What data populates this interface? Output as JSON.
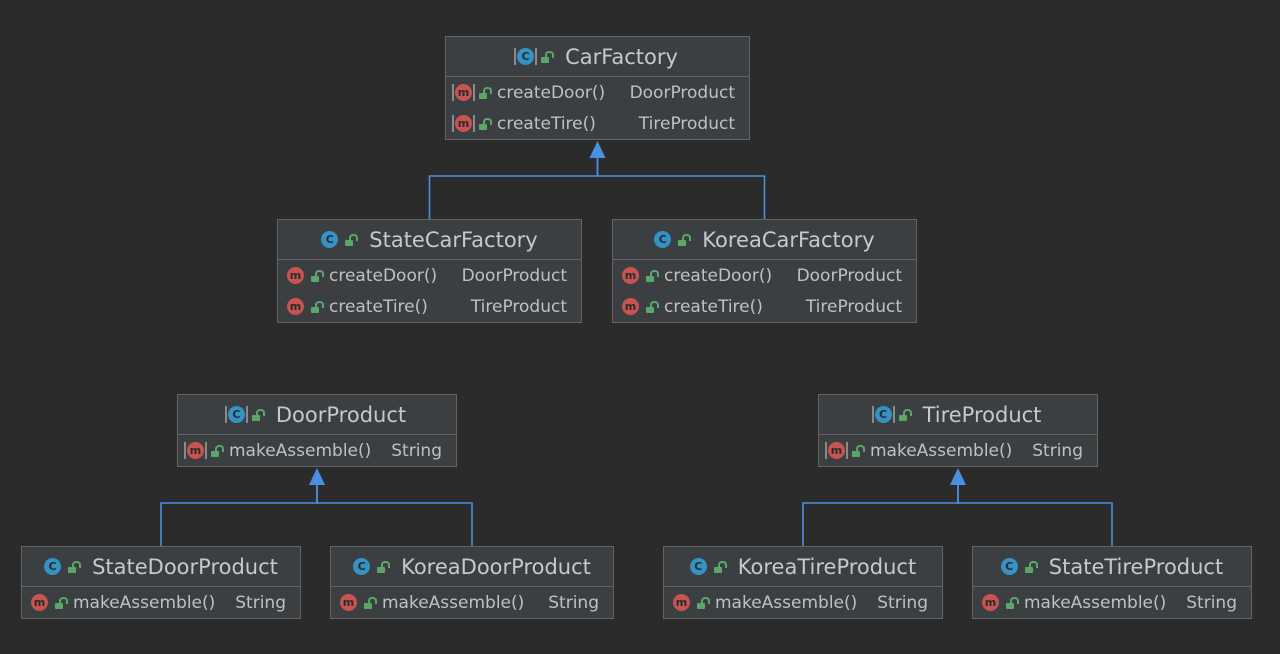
{
  "nodes": [
    {
      "id": "CarFactory",
      "title": "CarFactory",
      "kind": "abstract",
      "members": [
        {
          "name": "createDoor()",
          "type": "DoorProduct",
          "abstract": true
        },
        {
          "name": "createTire()",
          "type": "TireProduct",
          "abstract": true
        }
      ]
    },
    {
      "id": "StateCarFactory",
      "title": "StateCarFactory",
      "kind": "class",
      "members": [
        {
          "name": "createDoor()",
          "type": "DoorProduct",
          "abstract": false
        },
        {
          "name": "createTire()",
          "type": "TireProduct",
          "abstract": false
        }
      ]
    },
    {
      "id": "KoreaCarFactory",
      "title": "KoreaCarFactory",
      "kind": "class",
      "members": [
        {
          "name": "createDoor()",
          "type": "DoorProduct",
          "abstract": false
        },
        {
          "name": "createTire()",
          "type": "TireProduct",
          "abstract": false
        }
      ]
    },
    {
      "id": "DoorProduct",
      "title": "DoorProduct",
      "kind": "abstract",
      "members": [
        {
          "name": "makeAssemble()",
          "type": "String",
          "abstract": true
        }
      ]
    },
    {
      "id": "TireProduct",
      "title": "TireProduct",
      "kind": "abstract",
      "members": [
        {
          "name": "makeAssemble()",
          "type": "String",
          "abstract": true
        }
      ]
    },
    {
      "id": "StateDoorProduct",
      "title": "StateDoorProduct",
      "kind": "class",
      "members": [
        {
          "name": "makeAssemble()",
          "type": "String",
          "abstract": false
        }
      ]
    },
    {
      "id": "KoreaDoorProduct",
      "title": "KoreaDoorProduct",
      "kind": "class",
      "members": [
        {
          "name": "makeAssemble()",
          "type": "String",
          "abstract": false
        }
      ]
    },
    {
      "id": "KoreaTireProduct",
      "title": "KoreaTireProduct",
      "kind": "class",
      "members": [
        {
          "name": "makeAssemble()",
          "type": "String",
          "abstract": false
        }
      ]
    },
    {
      "id": "StateTireProduct",
      "title": "StateTireProduct",
      "kind": "class",
      "members": [
        {
          "name": "makeAssemble()",
          "type": "String",
          "abstract": false
        }
      ]
    }
  ],
  "edges": [
    {
      "from": "StateCarFactory",
      "to": "CarFactory"
    },
    {
      "from": "KoreaCarFactory",
      "to": "CarFactory"
    },
    {
      "from": "StateDoorProduct",
      "to": "DoorProduct"
    },
    {
      "from": "KoreaDoorProduct",
      "to": "DoorProduct"
    },
    {
      "from": "KoreaTireProduct",
      "to": "TireProduct"
    },
    {
      "from": "StateTireProduct",
      "to": "TireProduct"
    }
  ],
  "icons": {
    "class_badge": "C",
    "method_badge": "m",
    "visibility": "public-lock-icon"
  },
  "colors": {
    "background": "#2b2b2b",
    "node_fill": "#3c3f41",
    "node_border": "#646464",
    "edge": "#4a8fe0",
    "class_badge": "#3592c4",
    "method_badge": "#c75450",
    "lock": "#59a869"
  }
}
